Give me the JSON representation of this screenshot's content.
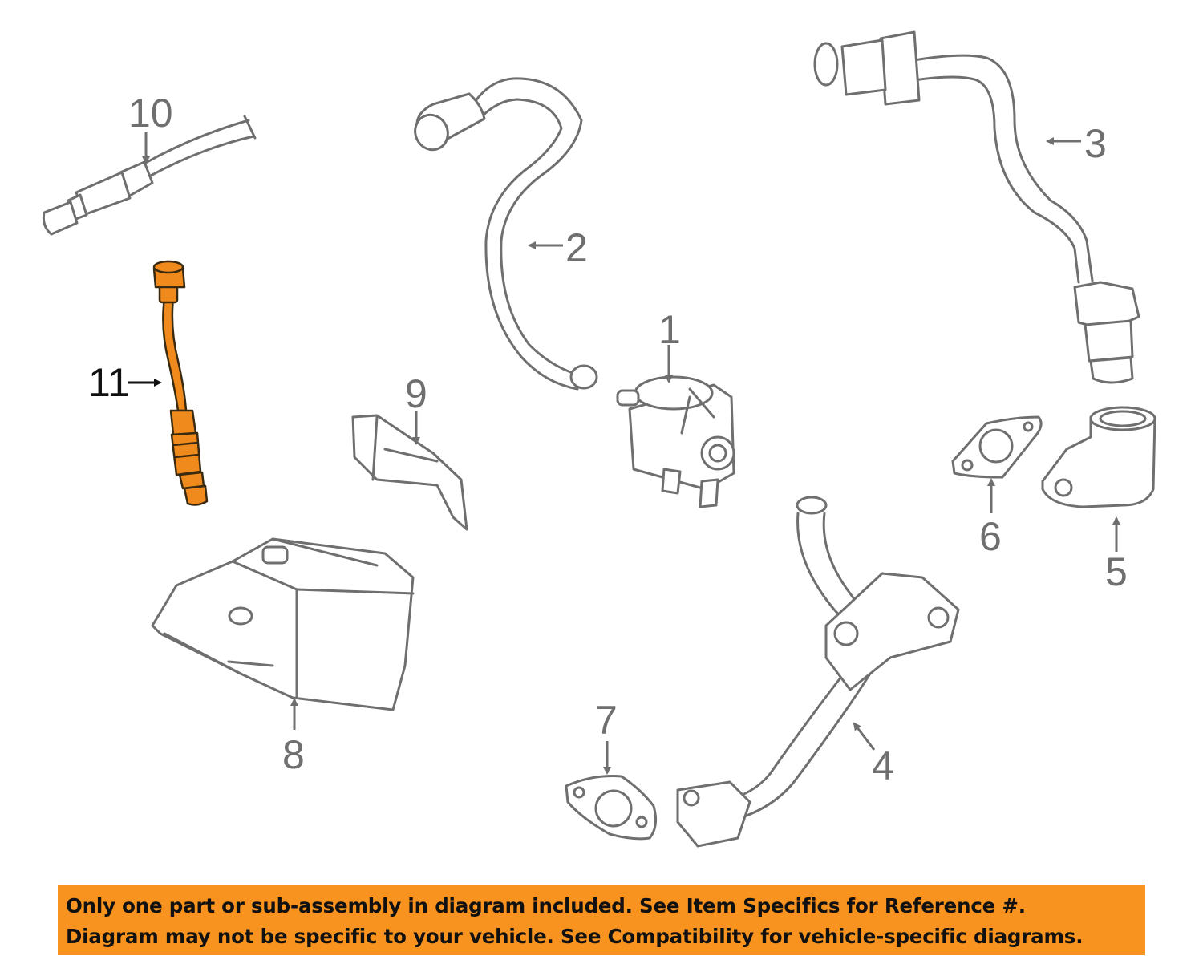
{
  "diagram": {
    "callouts": [
      {
        "id": "1",
        "label": "1"
      },
      {
        "id": "2",
        "label": "2"
      },
      {
        "id": "3",
        "label": "3"
      },
      {
        "id": "4",
        "label": "4"
      },
      {
        "id": "5",
        "label": "5"
      },
      {
        "id": "6",
        "label": "6"
      },
      {
        "id": "7",
        "label": "7"
      },
      {
        "id": "8",
        "label": "8"
      },
      {
        "id": "9",
        "label": "9"
      },
      {
        "id": "10",
        "label": "10"
      },
      {
        "id": "11",
        "label": "11",
        "highlighted": true
      }
    ],
    "colors": {
      "line_art": "#6f6f6f",
      "highlight": "#f08a1d",
      "banner": "#f7931e"
    }
  },
  "disclaimer": {
    "line1": "Only one part or sub-assembly in diagram included. See Item Specifics for Reference #.",
    "line2": "Diagram may not be specific to your vehicle. See Compatibility for vehicle-specific diagrams."
  }
}
